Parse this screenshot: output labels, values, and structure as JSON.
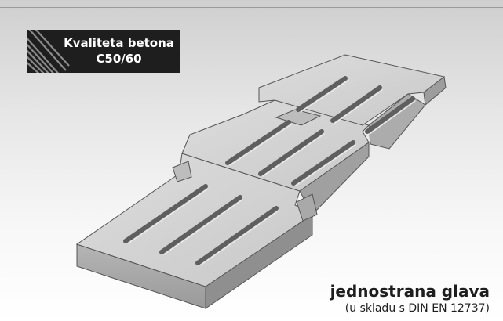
{
  "badge": {
    "line1": "Kvaliteta betona",
    "line2": "C50/60"
  },
  "caption": {
    "title": "jednostrana glava",
    "subtitle": "(u skladu s DIN EN 12737)"
  },
  "colors": {
    "badge_bg": "#1e1e1e",
    "concrete_top": "#d4d4d4",
    "concrete_side": "#a7a7a7",
    "groove": "#6e6e6e"
  },
  "icons": {
    "badge_pattern": "diagonal-stripes-icon",
    "product": "slatted-floor-element-illustration"
  }
}
